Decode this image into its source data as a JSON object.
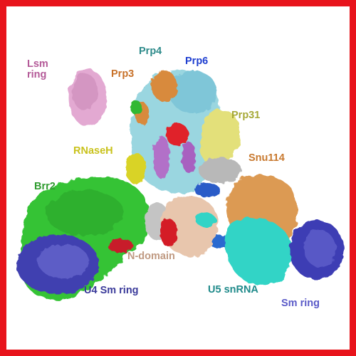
{
  "labels": {
    "lsm_ring": "Lsm\nring",
    "prp4": "Prp4",
    "prp6": "Prp6",
    "prp3": "Prp3",
    "prp31": "Prp31",
    "rnaseh": "RNaseH",
    "snu114": "Snu114",
    "brr2": "Brr2",
    "n_domain": "N-domain",
    "u4_sm_ring": "U4 Sm ring",
    "u5_snrna": "U5 snRNA",
    "sm_ring": "Sm ring"
  },
  "colors": {
    "frame": "#e8141c",
    "lsm": "#d9a0c8",
    "prp4": "#2e8b8b",
    "prp6": "#1f3fd0",
    "prp3": "#c8722a",
    "prp31": "#a6a836",
    "rnaseh": "#c9c21c",
    "snu114": "#c8792f",
    "brr2": "#2e9b2e",
    "n_domain": "#c09a82",
    "u4_sm": "#3a3a9a",
    "u5": "#1f8a8a",
    "sm_ring": "#5a5ac8"
  }
}
